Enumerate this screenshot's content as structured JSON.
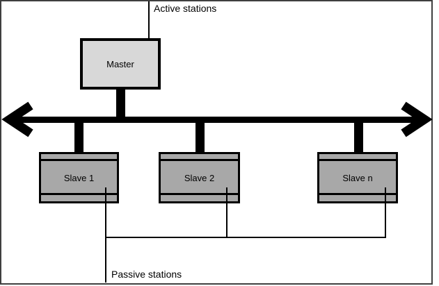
{
  "diagram": {
    "type": "bus-topology",
    "annotations": {
      "active_stations": "Active stations",
      "passive_stations": "Passive stations"
    },
    "nodes": {
      "master": {
        "label": "Master"
      },
      "slaves": [
        {
          "label": "Slave 1"
        },
        {
          "label": "Slave 2"
        },
        {
          "label": "Slave n"
        }
      ]
    },
    "colors": {
      "master_fill": "#d8d8d8",
      "slave_fill": "#a8a8a8",
      "line": "#000000"
    }
  }
}
